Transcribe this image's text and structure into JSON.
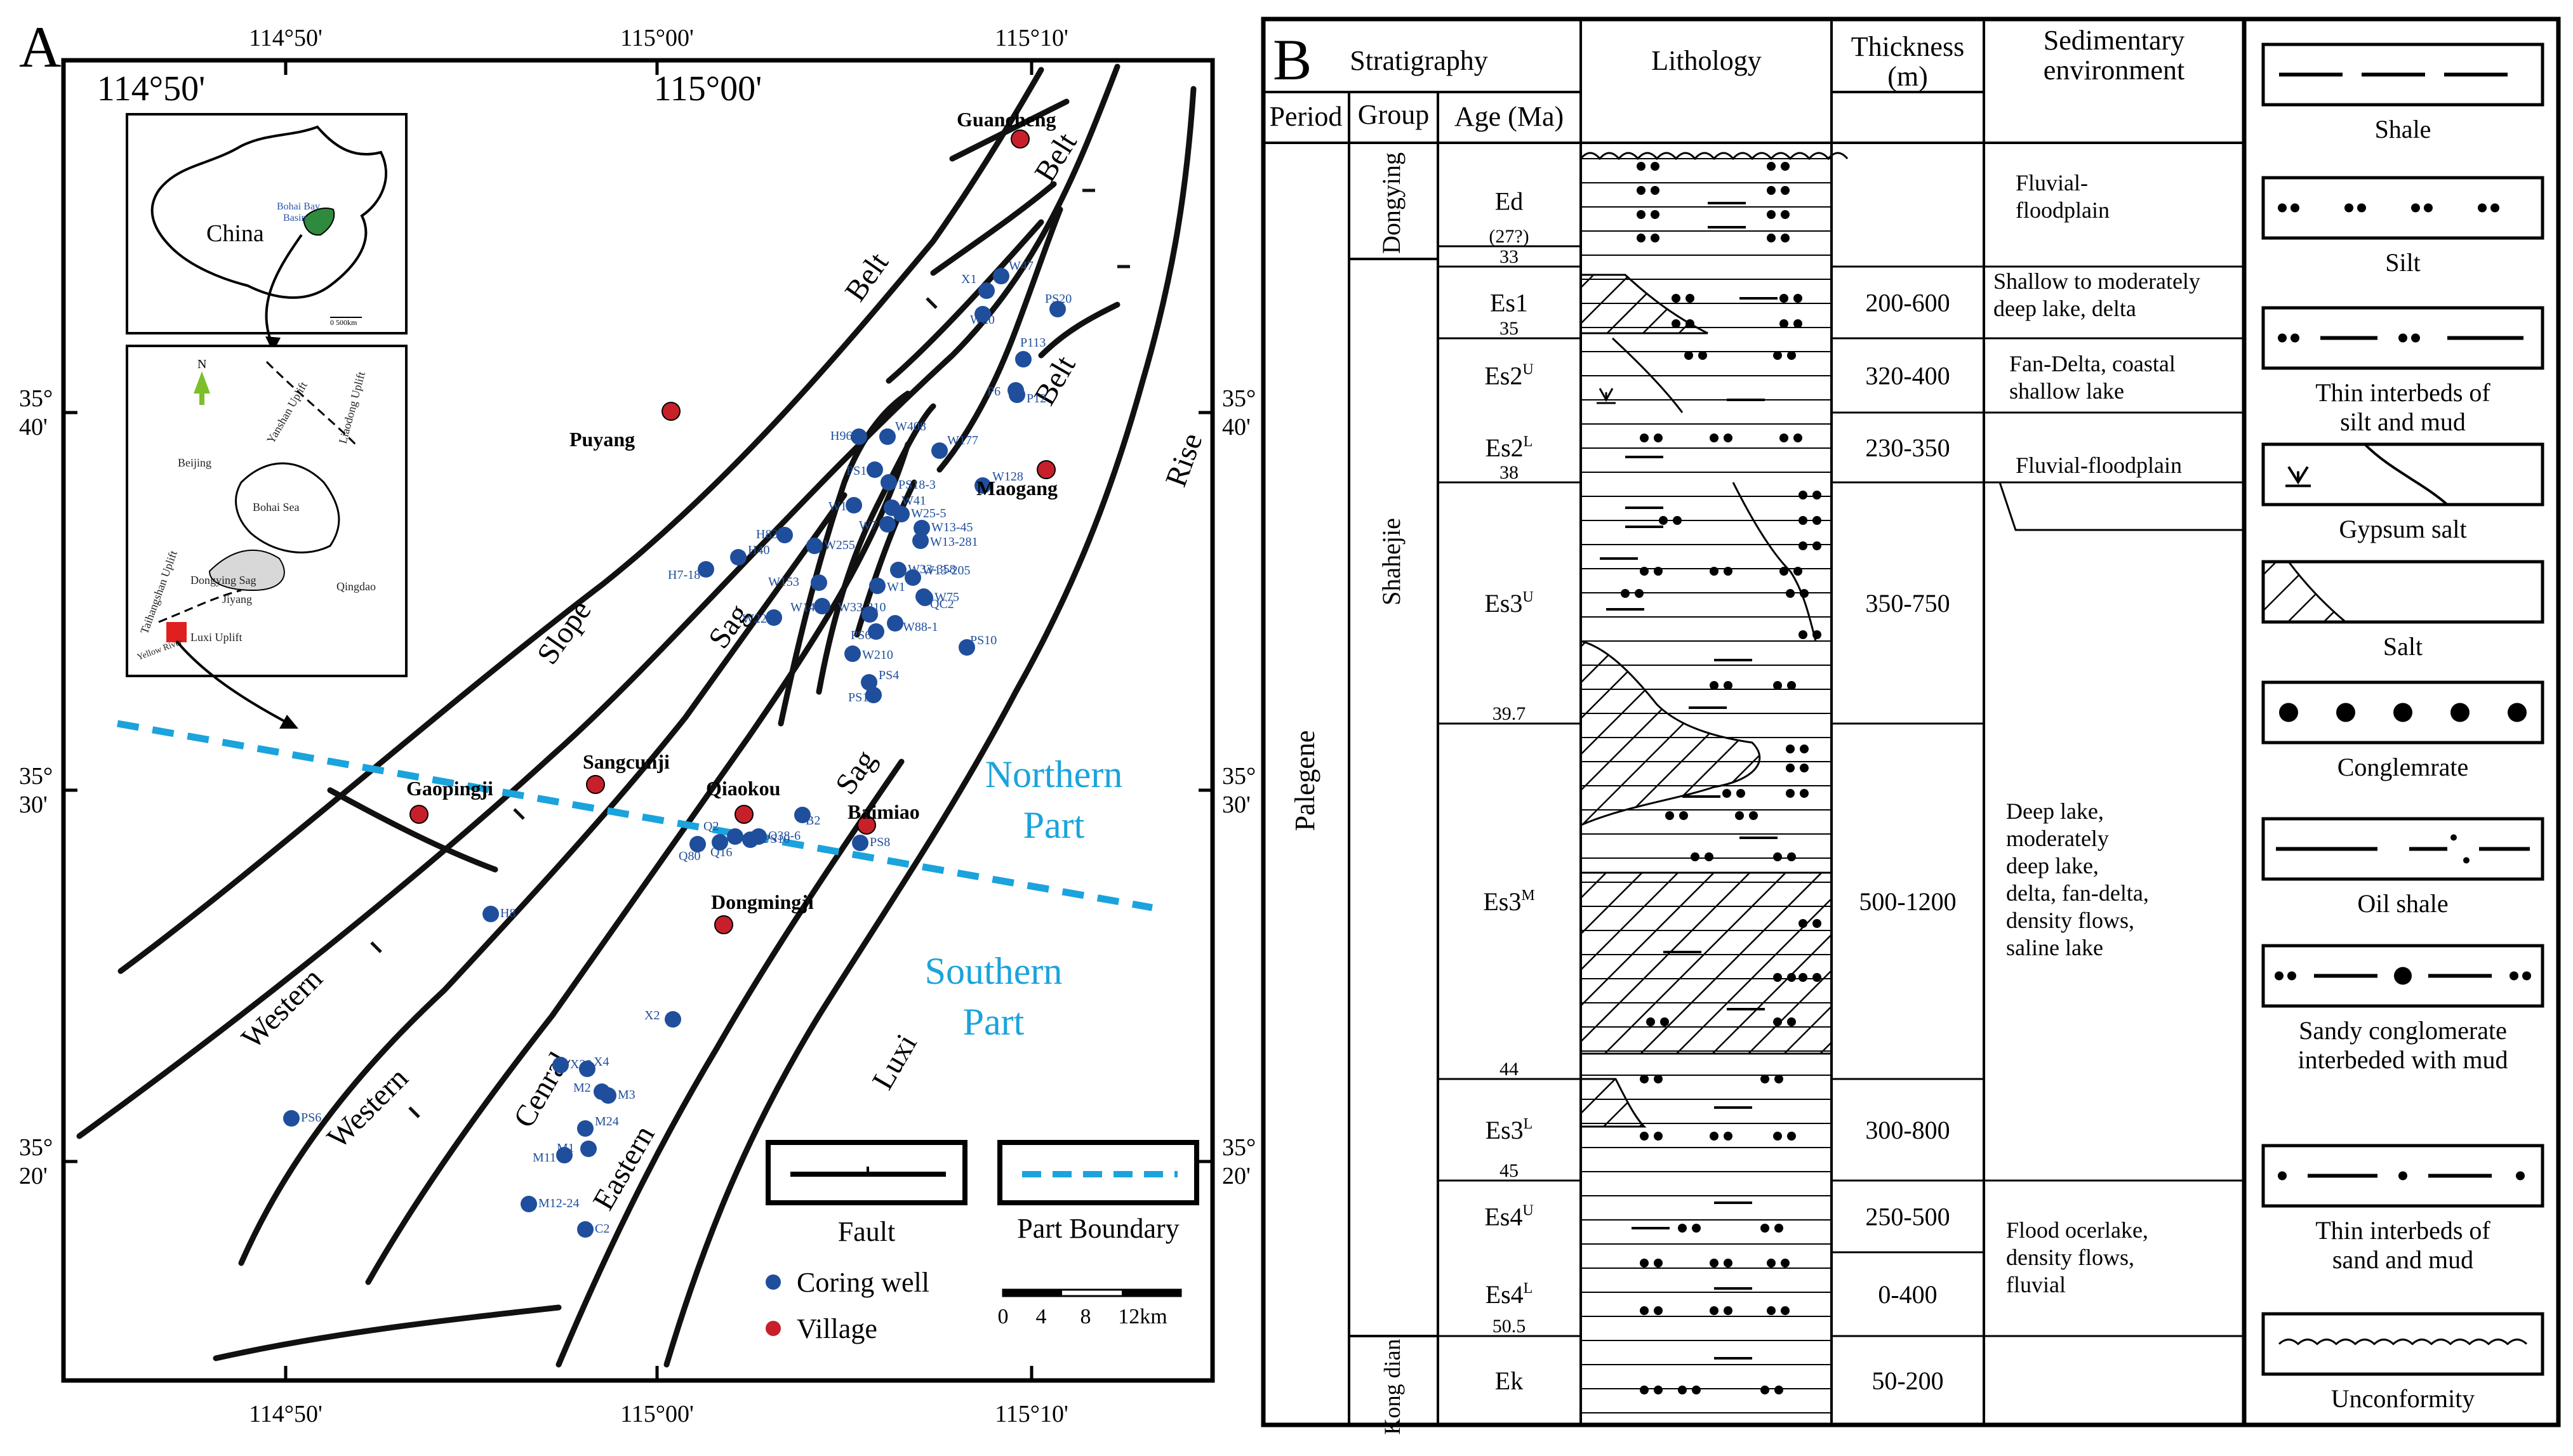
{
  "panel_a": {
    "letter": "A",
    "top_degree_labels": [
      "114°50'",
      "115°00'",
      "115°10'"
    ],
    "bottom_degree_labels": [
      "114°50'",
      "115°00'",
      "115°10'"
    ],
    "top_big_labels": [
      "114°50'",
      "115°00'"
    ],
    "lat_left": [
      [
        "35°",
        "40'"
      ],
      [
        "35°",
        "30'"
      ],
      [
        "35°",
        "20'"
      ]
    ],
    "lat_right": [
      [
        "35°",
        "40'"
      ],
      [
        "35°",
        "30'"
      ],
      [
        "35°",
        "20'"
      ]
    ],
    "structural_labels": [
      "Belt",
      "Belt",
      "Belt",
      "Rise",
      "Slope",
      "Sag",
      "Sag",
      "Western",
      "Western",
      "Cenral",
      "Eastern",
      "Luxi"
    ],
    "part_labels": [
      "Northern",
      "Part",
      "Southern",
      "Part"
    ],
    "villages": [
      "Guancheng",
      "Puyang",
      "Maogang",
      "Sangcunji",
      "Gaopingji",
      "Qiaokou",
      "Baimiao",
      "Dongmingji"
    ],
    "wells": [
      "W47",
      "X1",
      "PS20",
      "W20",
      "P113",
      "P6",
      "P12",
      "H96",
      "W408",
      "W177",
      "PS1",
      "PS18-3",
      "W128",
      "W10",
      "W41",
      "W25-5",
      "W7",
      "W13-45",
      "H83",
      "W255",
      "W13-281",
      "H40",
      "H7-18",
      "W153",
      "W33-358",
      "W13-205",
      "QC2",
      "W1",
      "W75",
      "W220",
      "W140",
      "W33-310",
      "W88-1",
      "PS6",
      "PS10",
      "W210",
      "PS4",
      "PS12",
      "Q2",
      "Q38-6",
      "PS10",
      "Q80",
      "Q16",
      "B2",
      "PS8",
      "H8",
      "X2",
      "X20",
      "X4",
      "M2",
      "M3",
      "M24",
      "M1",
      "M11",
      "M12-24",
      "C2",
      "PS6"
    ],
    "inset_china": {
      "label": "China",
      "basin_label": [
        "Bohai Bay",
        "Basin"
      ],
      "scale": "0 500km"
    },
    "inset_region": {
      "north": "N",
      "labels": [
        "Yanshan Uplift",
        "Liaodong Uplift",
        "Beijing",
        "Bohai Sea",
        "Taihangshan Uplift",
        "Dongying Sag",
        "Jiyang",
        "Qingdao",
        "Luxi Uplift",
        "Yellow River"
      ]
    },
    "legend": {
      "fault": "Fault",
      "part_boundary": "Part Boundary",
      "coring_well": "Coring well",
      "village": "Village"
    },
    "scale_bar": {
      "ticks": [
        "0",
        "4",
        "8",
        "12km"
      ]
    },
    "colors": {
      "well": "#1f4e9c",
      "village": "#c8202a",
      "boundary": "#1aa3dc",
      "text_blue": "#1aa3dc",
      "province": "#2e8b3e"
    }
  },
  "panel_b": {
    "letter": "B",
    "headers": {
      "stratigraphy": "Stratigraphy",
      "lithology": "Lithology",
      "thickness": [
        "Thickness",
        "(m)"
      ],
      "environment": [
        "Sedimentary",
        "environment"
      ],
      "period": "Period",
      "group": "Group",
      "age": "Age (Ma)"
    },
    "period": "Palegene",
    "groups": [
      "Dongying",
      "Shahejie",
      "Kong dian"
    ],
    "ages": [
      "(27?)",
      "33",
      "35",
      "38",
      "39.7",
      "44",
      "45",
      "50.5"
    ],
    "units": [
      {
        "name": "Ed",
        "sup": "",
        "thickness": "",
        "environment": [
          "Fluvial-",
          "floodplain"
        ]
      },
      {
        "name": "Es1",
        "sup": "",
        "thickness": "200-600",
        "environment": [
          "Shallow to moderately",
          "deep lake, delta"
        ]
      },
      {
        "name": "Es2",
        "sup": "U",
        "thickness": "320-400",
        "environment": [
          "Fan-Delta, coastal",
          "shallow lake"
        ]
      },
      {
        "name": "Es2",
        "sup": "L",
        "thickness": "230-350",
        "environment": [
          "Fluvial-floodplain"
        ]
      },
      {
        "name": "Es3",
        "sup": "U",
        "thickness": "350-750",
        "environment": []
      },
      {
        "name": "Es3",
        "sup": "M",
        "thickness": "500-1200",
        "environment": [
          "Deep lake,",
          "moderately",
          "deep lake,",
          "delta, fan-delta,",
          "density flows,",
          "saline lake"
        ]
      },
      {
        "name": "Es3",
        "sup": "L",
        "thickness": "300-800",
        "environment": []
      },
      {
        "name": "Es4",
        "sup": "U",
        "thickness": "250-500",
        "environment": [
          "Flood ocerlake,",
          "density flows,",
          "fluvial"
        ]
      },
      {
        "name": "Es4",
        "sup": "L",
        "thickness": "0-400",
        "environment": []
      },
      {
        "name": "Ek",
        "sup": "",
        "thickness": "50-200",
        "environment": []
      }
    ],
    "legend": [
      [
        "Shale"
      ],
      [
        "Silt"
      ],
      [
        "Thin interbeds of",
        "silt and mud"
      ],
      [
        "Gypsum salt"
      ],
      [
        "Salt"
      ],
      [
        "Conglemrate"
      ],
      [
        "Oil shale"
      ],
      [
        "Sandy conglomerate",
        "interbeded with mud"
      ],
      [
        "Thin interbeds of",
        "sand and mud"
      ],
      [
        "Unconformity"
      ]
    ]
  }
}
